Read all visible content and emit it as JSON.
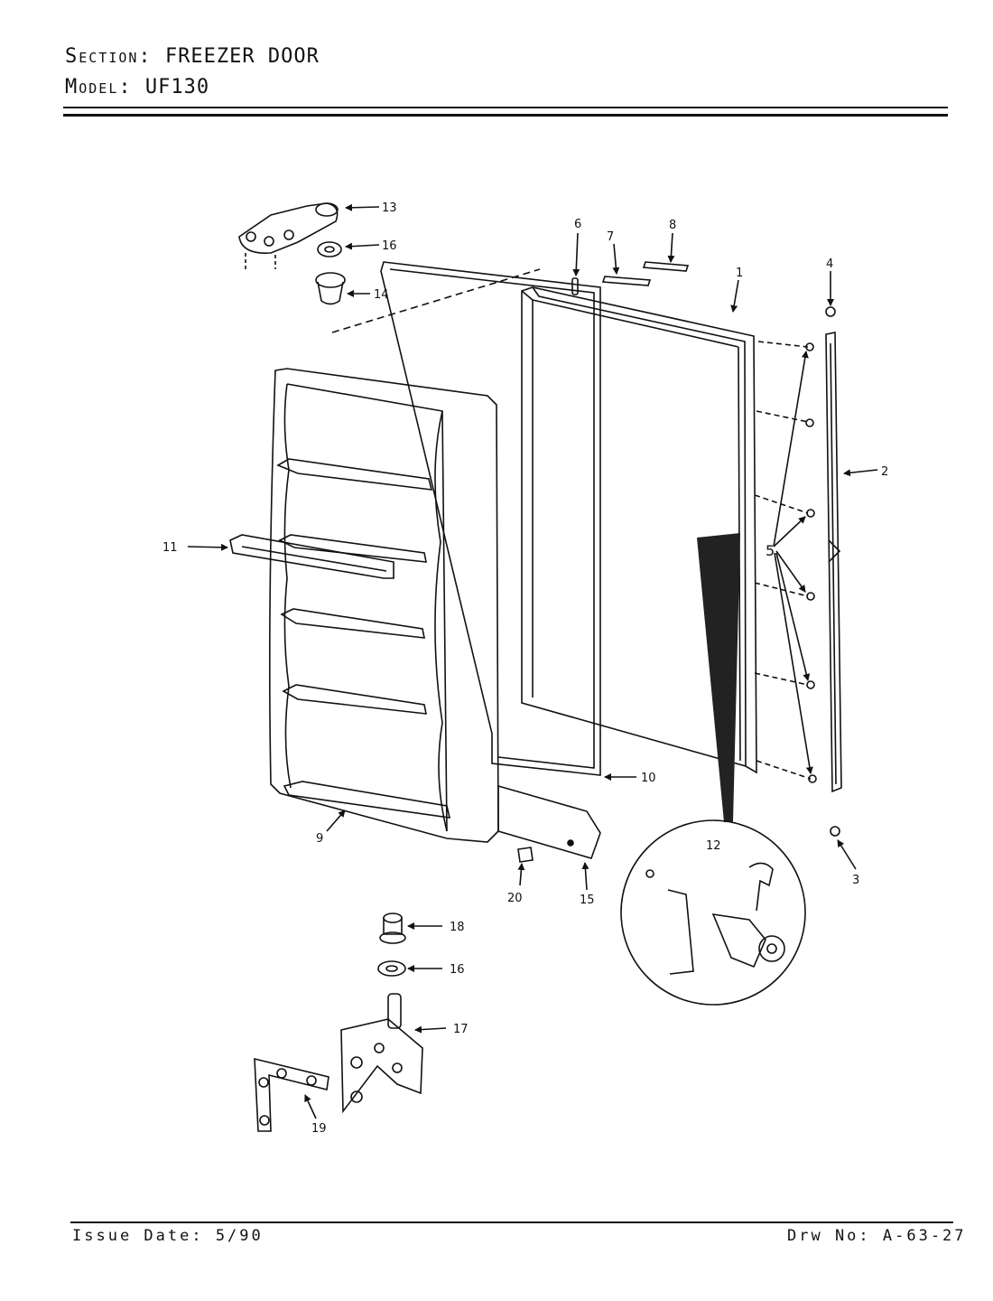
{
  "header": {
    "section_label": "Section:",
    "section_value": "FREEZER DOOR",
    "model_label": "Model:",
    "model_value": "UF130"
  },
  "footer": {
    "issue_date": "Issue Date: 5/90",
    "drawing_number": "Drw No: A-63-27"
  },
  "callouts": {
    "c1": "1",
    "c2": "2",
    "c3": "3",
    "c4": "4",
    "c5": "5",
    "c6": "6",
    "c7": "7",
    "c8": "8",
    "c9": "9",
    "c10": "10",
    "c11": "11",
    "c12": "12",
    "c13": "13",
    "c14": "14",
    "c15": "15",
    "c16a": "16",
    "c16b": "16",
    "c17": "17",
    "c18": "18",
    "c19": "19",
    "c20": "20"
  }
}
